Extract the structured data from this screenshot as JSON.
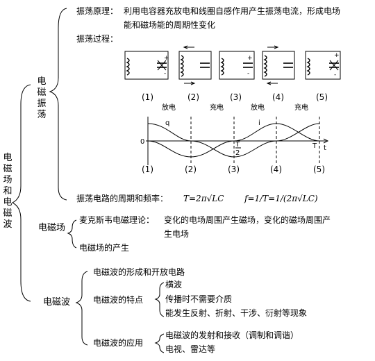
{
  "root_title": "电磁场和电磁波",
  "em_oscillation": {
    "title": "电磁振荡",
    "principle_label": "振荡原理：",
    "principle_line1": "利用电容器充放电和线圈自感作用产生振荡电流，形成电场",
    "principle_line2": "能和磁场能的周期性变化",
    "process_label": "振荡过程：",
    "stage_numbers": [
      "(1)",
      "(2)",
      "(3)",
      "(4)",
      "(5)"
    ],
    "stage_states": [
      "放电",
      "充电",
      "放电",
      "充电"
    ],
    "graph": {
      "q_label": "q",
      "i_label": "i",
      "origin_label": "0",
      "t_label": "t",
      "half_period_top": "T",
      "half_period_bottom": "2",
      "period_label": "T"
    },
    "period_label": "振荡电路的周期和频率：",
    "period_formula": "T=2π√LC",
    "frequency_formula": "f=1/T=1/(2π√LC)"
  },
  "em_field": {
    "title": "电磁场",
    "maxwell": "麦克斯韦电磁理论：",
    "maxwell_line1": "变化的电场周围产生磁场，变化的磁场周围产",
    "maxwell_line2": "生电场",
    "generation": "电磁场的产生"
  },
  "em_wave": {
    "title": "电磁波",
    "formation": "电磁波的形成和开放电路",
    "features_title": "电磁波的特点",
    "features": [
      "横波",
      "传播时不需要介质",
      "能发生反射、折射、干涉、衍射等现象"
    ],
    "applications_title": "电磁波的应用",
    "applications": [
      "电磁波的发射和接收（调制和调谐）",
      "电视、雷达等"
    ]
  }
}
